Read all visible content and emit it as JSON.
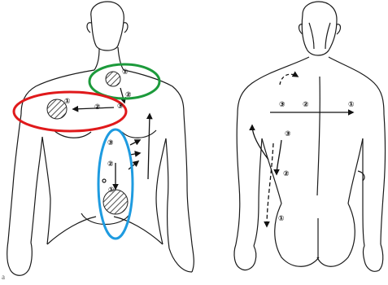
{
  "markers": {
    "c1": "①",
    "c2": "②",
    "c3": "③"
  },
  "colors": {
    "outline": "#1a1a1a",
    "red_ellipse": "#e0191b",
    "green_ellipse": "#1c9a3b",
    "blue_ellipse": "#1e9be0",
    "hatch": "#222222"
  },
  "corner_label": "a"
}
